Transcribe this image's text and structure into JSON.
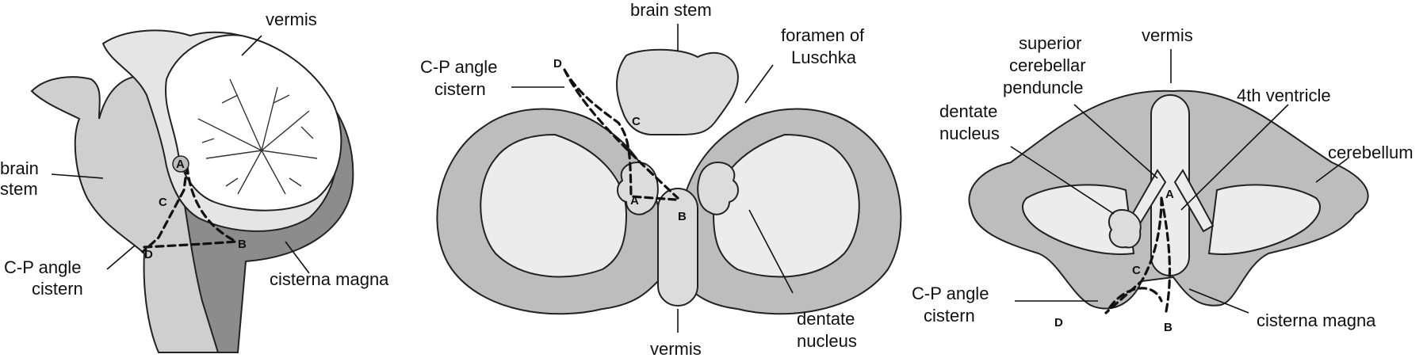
{
  "colors": {
    "light": "#ececec",
    "mid": "#bdbdbd",
    "dark": "#8c8c8c",
    "line": "#222222"
  },
  "panel1": {
    "labels": {
      "vermis": "vermis",
      "brain_stem": "brain stem",
      "cp_angle_cistern": "C-P angle cistern",
      "cisterna_magna": "cisterna magna"
    },
    "points": {
      "a": "A",
      "b": "B",
      "c": "C",
      "d": "D"
    }
  },
  "panel2": {
    "labels": {
      "brain_stem": "brain stem",
      "cp_angle_cistern": "C-P angle cistern",
      "foramen_of_luschka": "foramen of Luschka",
      "vermis": "vermis",
      "dentate_nucleus": "dentate nucleus"
    },
    "points": {
      "a": "A",
      "b": "B",
      "c": "C",
      "d": "D"
    }
  },
  "panel3": {
    "labels": {
      "vermis": "vermis",
      "superior_cerebellar_peduncle": "superior cerebellar penduncle",
      "fourth_ventricle": "4th ventricle",
      "dentate_nucleus": "dentate nucleus",
      "cerebellum": "cerebellum",
      "cp_angle_cistern": "C-P angle cistern",
      "cisterna_magna": "cisterna magna"
    },
    "points": {
      "a": "A",
      "b": "B",
      "c": "C",
      "d": "D"
    }
  }
}
